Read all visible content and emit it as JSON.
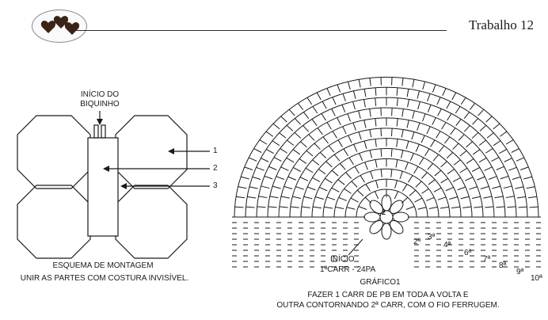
{
  "header": {
    "title": "Trabalho 12",
    "accent_color": "#3a2418"
  },
  "assembly": {
    "start_label_line1": "INÍCIO DO",
    "start_label_line2": "BIQUINHO",
    "callouts": [
      "1",
      "2",
      "3"
    ],
    "caption": "ESQUEMA DE MONTAGEM",
    "instruction": "UNIR AS PARTES COM COSTURA INVISÍVEL."
  },
  "chart": {
    "start_label": "INÍCIO",
    "round1_label": "1ªCARR - 24PA",
    "center_marker": "2",
    "round_labels": [
      "2ª",
      "3ª",
      "4ª",
      "6ª",
      "7ª",
      "8ª",
      "9ª",
      "10ª"
    ],
    "figure_caption": "GRÁFICO1",
    "note_line1": "FAZER 1 CARR DE PB EM TODA A VOLTA E",
    "note_line2": "OUTRA CONTORNANDO 2ª CARR, COM O FIO FERRUGEM."
  }
}
